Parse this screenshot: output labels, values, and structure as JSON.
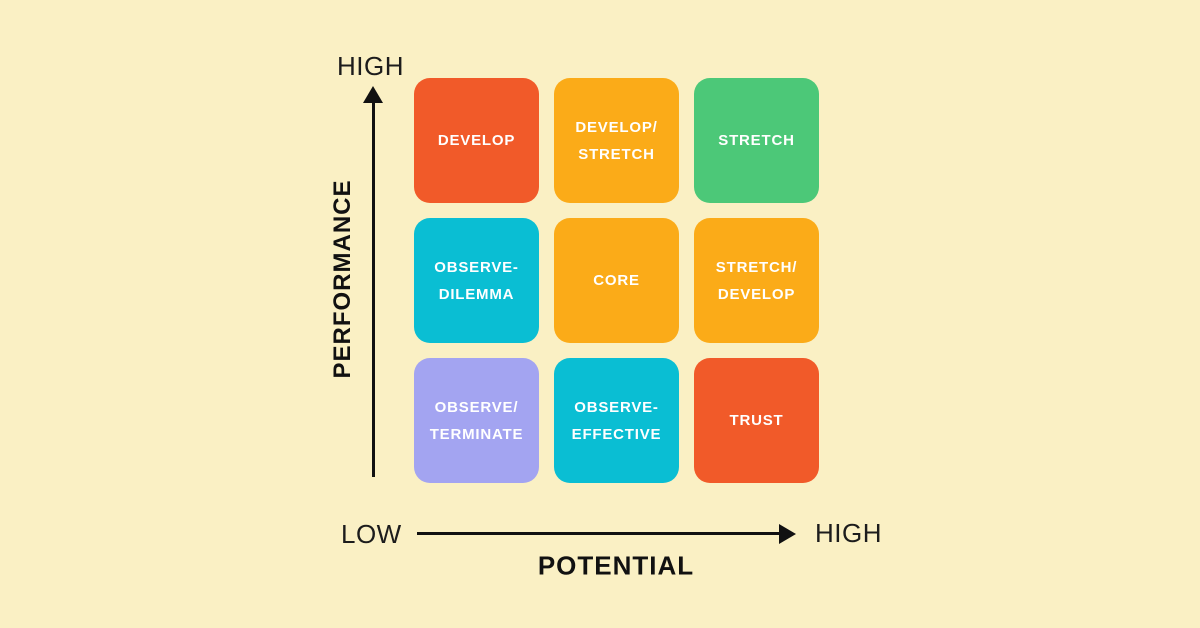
{
  "background_color": "#FAF0C4",
  "axes": {
    "y": {
      "label": "PERFORMANCE",
      "high": "HIGH"
    },
    "x": {
      "label": "POTENTIAL",
      "low": "LOW",
      "high": "HIGH"
    }
  },
  "matrix": {
    "cells": [
      {
        "id": "develop",
        "label": "DEVELOP",
        "color": "#F15A29"
      },
      {
        "id": "develop-stretch",
        "label": "DEVELOP/\nSTRETCH",
        "color": "#FBAB18"
      },
      {
        "id": "stretch",
        "label": "STRETCH",
        "color": "#4CC878"
      },
      {
        "id": "observe-dilemma",
        "label": "OBSERVE-\nDILEMMA",
        "color": "#0ABED3"
      },
      {
        "id": "core",
        "label": "CORE",
        "color": "#FBAB18"
      },
      {
        "id": "stretch-develop",
        "label": "STRETCH/\nDEVELOP",
        "color": "#FBAB18"
      },
      {
        "id": "observe-terminate",
        "label": "OBSERVE/\nTERMINATE",
        "color": "#A3A4F1"
      },
      {
        "id": "observe-effective",
        "label": "OBSERVE-\nEFFECTIVE",
        "color": "#0ABED3"
      },
      {
        "id": "trust",
        "label": "TRUST",
        "color": "#F15A29"
      }
    ]
  }
}
